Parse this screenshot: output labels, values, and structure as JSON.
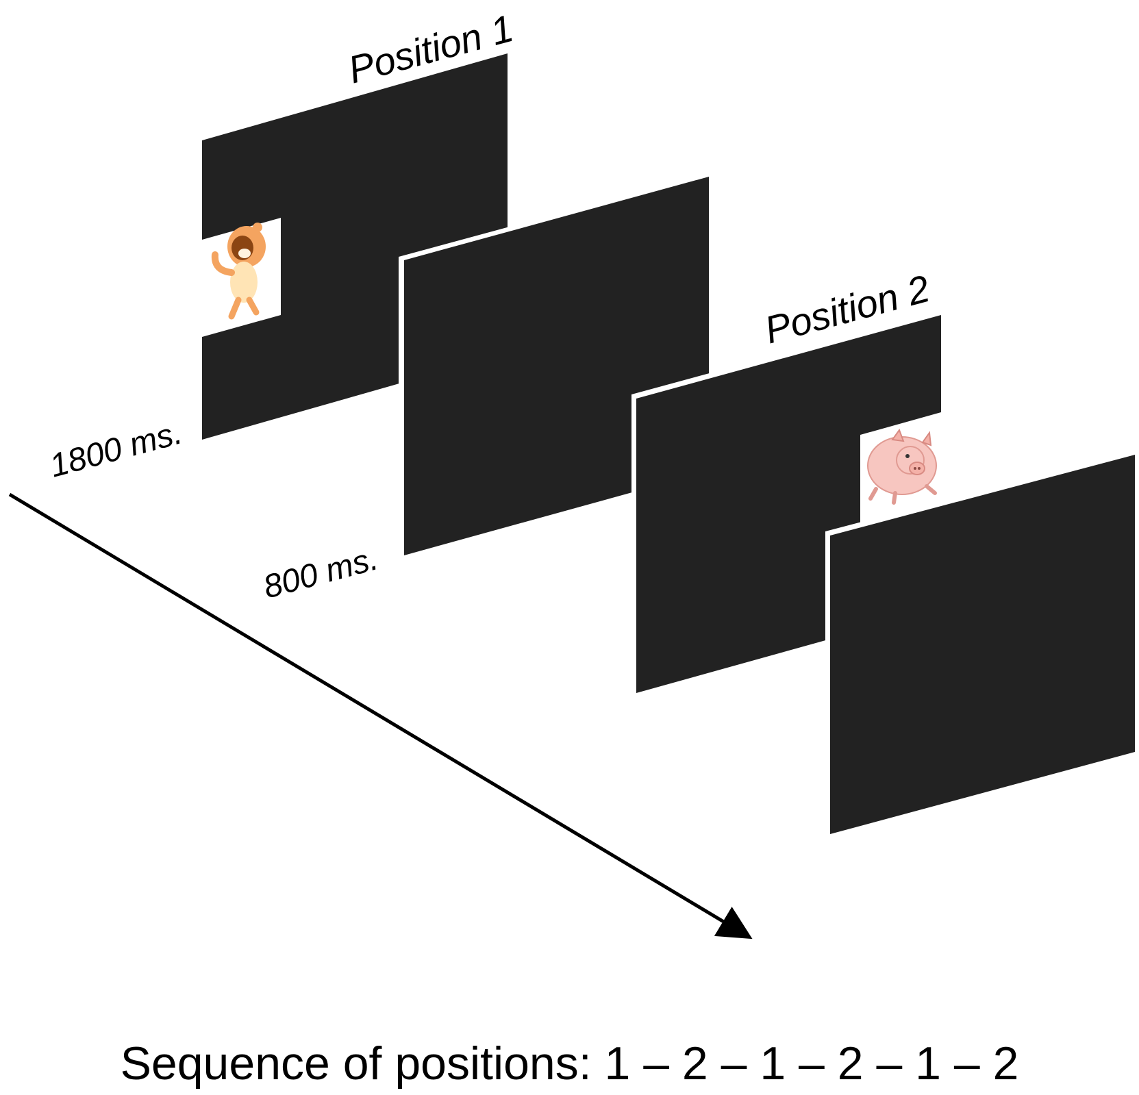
{
  "labels": {
    "position_1": "Position 1",
    "position_2": "Position 2",
    "duration_stimulus": "1800 ms.",
    "duration_blank": "800 ms."
  },
  "caption": "Sequence of positions: 1 – 2 – 1 – 2 – 1 – 2",
  "colors": {
    "screen": "#222222",
    "background": "#ffffff",
    "arrow": "#000000",
    "child_skin": "#f4a460",
    "pig": "#f7c6c0"
  },
  "icons": {
    "stimulus_1": "cartoon-child-icon",
    "stimulus_2": "cartoon-pig-icon"
  }
}
